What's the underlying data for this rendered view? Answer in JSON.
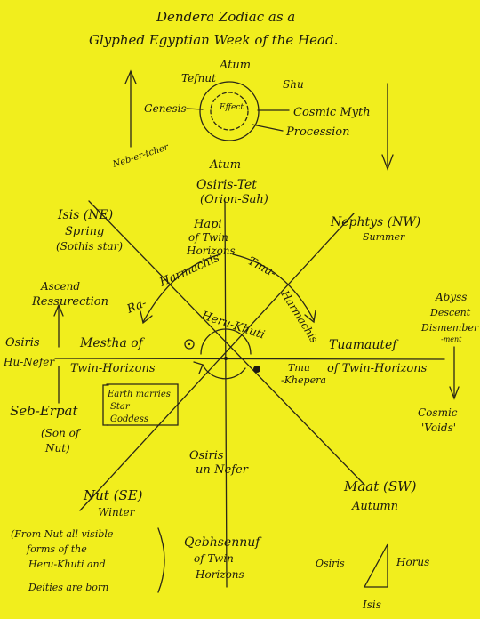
{
  "title": {
    "line1": "Dendera Zodiac as a",
    "line2": "Glyphed Egyptian Week of the Head."
  },
  "top_circle": {
    "atum": "Atum",
    "tefnut": "Tefnut",
    "shu": "Shu",
    "genesis": "Genesis",
    "effect": "Effect",
    "cosmic_myth": "Cosmic Myth",
    "procession": "Procession"
  },
  "center": {
    "neb_er_tcher": "Neb-er-tcher",
    "atum": "Atum",
    "osiris_tet": "Osiris-Tet",
    "orion_sah": "(Orion-Sah)",
    "hapi_1": "Hapi",
    "hapi_2": "of Twin",
    "hapi_3": "Horizons",
    "ra": "Ra-",
    "harmachis": "Harmachis",
    "tmu": "Tmu-",
    "tmu_harmachis": "Harmachis",
    "heru_khuti": "Heru-Khuti",
    "mestha": "Mestha of",
    "twin_horizons_left": "Twin-Horizons",
    "tuamautef": "Tuamautef",
    "of_twin_horizons": "of Twin-Horizons",
    "tmu_khepera_1": "Tmu",
    "tmu_khepera_2": "-Khepera",
    "osiris_un_1": "Osiris",
    "osiris_un_2": "un-Nefer",
    "qebh_1": "Qebhsennuf",
    "qebh_2": "of Twin",
    "qebh_3": "Horizons"
  },
  "quadrants": {
    "isis": "Isis (NE)",
    "spring": "Spring",
    "sothis": "(Sothis star)",
    "nephtys": "Nephtys (NW)",
    "summer": "Summer",
    "nut": "Nut (SE)",
    "winter": "Winter",
    "maat": "Maat (SW)",
    "autumn": "Autumn"
  },
  "left": {
    "ascend": "Ascend",
    "ressurection": "Ressurection",
    "osiris": "Osiris",
    "hu_nefer": "Hu-Nefer",
    "seb_erpat": "Seb-Erpat",
    "son_of": "(Son of",
    "nut": "Nut)",
    "earth_1": "Earth marries",
    "earth_2": "Star",
    "earth_3": "Goddess"
  },
  "right": {
    "abyss": "Abyss",
    "descent": "Descent",
    "dismember": "Dismember",
    "ment": "-ment",
    "cosmic": "Cosmic",
    "voids": "'Voids'"
  },
  "note": {
    "l1": "(From Nut all visible",
    "l2": "forms of the",
    "l3": "Heru-Khuti and",
    "l4": "Deities are born"
  },
  "triangle": {
    "osiris": "Osiris",
    "horus": "Horus",
    "isis": "Isis"
  }
}
